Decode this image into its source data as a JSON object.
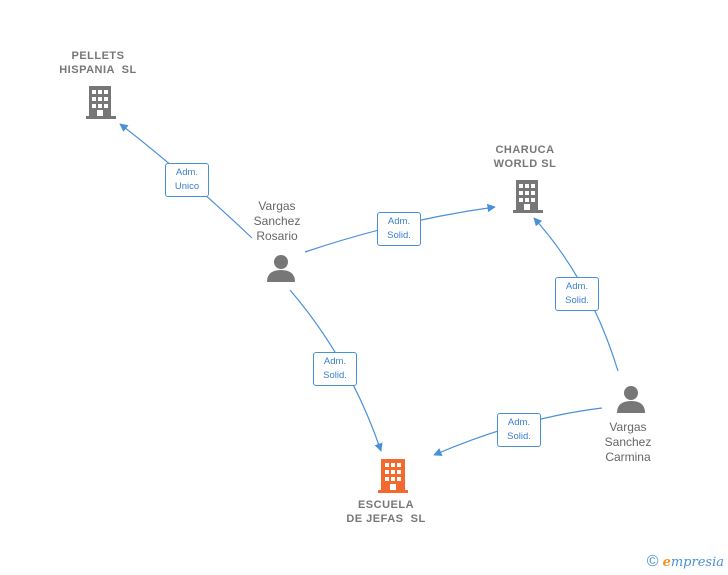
{
  "companies": {
    "pellets": {
      "label": "PELLETS\nHISPANIA  SL"
    },
    "charuca": {
      "label": "CHARUCA\nWORLD SL"
    },
    "escuela": {
      "label": "ESCUELA\nDE JEFAS  SL"
    }
  },
  "persons": {
    "rosario": {
      "label": "Vargas\nSanchez\nRosario"
    },
    "carmina": {
      "label": "Vargas\nSanchez\nCarmina"
    }
  },
  "edges": {
    "rosario_pellets": {
      "label": "Adm.\nUnico"
    },
    "rosario_charuca": {
      "label": "Adm.\nSolid."
    },
    "rosario_escuela": {
      "label": "Adm.\nSolid."
    },
    "carmina_charuca": {
      "label": "Adm.\nSolid."
    },
    "carmina_escuela": {
      "label": "Adm.\nSolid."
    }
  },
  "colors": {
    "edge": "#4a90d9",
    "company_icon": "#777777",
    "target_icon": "#f26a2e",
    "person_icon": "#777777"
  },
  "footer": {
    "copyright": "©",
    "brand_first": "e",
    "brand_rest": "mpresia"
  }
}
